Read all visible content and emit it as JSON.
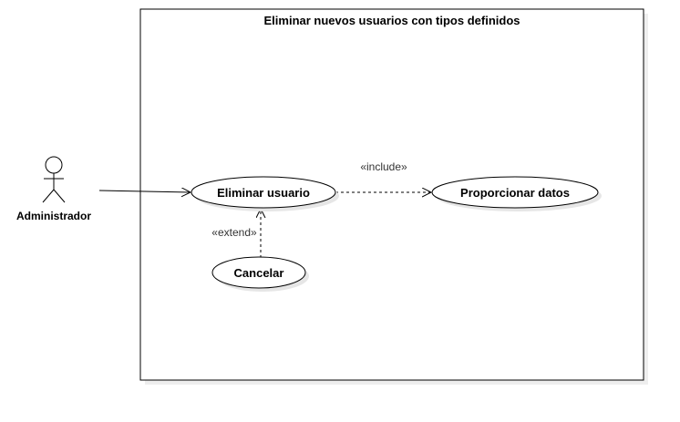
{
  "diagram": {
    "system_title": "Eliminar nuevos usuarios con tipos definidos",
    "actor": {
      "name": "Administrador"
    },
    "use_cases": {
      "eliminar": "Eliminar usuario",
      "proporcionar": "Proporcionar datos",
      "cancelar": "Cancelar"
    },
    "relations": {
      "include_label": "«include»",
      "extend_label": "«extend»"
    },
    "colors": {
      "stroke": "#000000",
      "fill": "#ffffff",
      "shadow": "#e6e6e6",
      "text": "#000000",
      "label_text": "#333333"
    }
  }
}
